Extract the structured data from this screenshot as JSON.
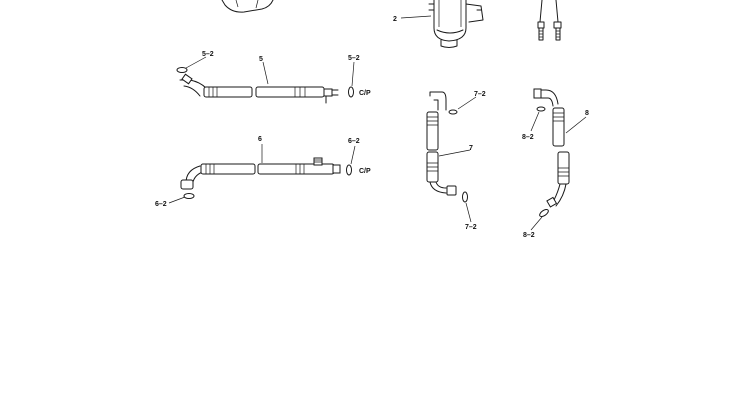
{
  "callouts": {
    "c2": "2",
    "c5": "5",
    "c5_2a": "5–2",
    "c5_2b": "5–2",
    "cp5": "C/P",
    "c6": "6",
    "c6_2a": "6–2",
    "c6_2b": "6–2",
    "cp6": "C/P",
    "c7": "7",
    "c7_2a": "7–2",
    "c7_2b": "7–2",
    "c8": "8",
    "c8_2a": "8–2",
    "c8_2b": "8–2"
  }
}
